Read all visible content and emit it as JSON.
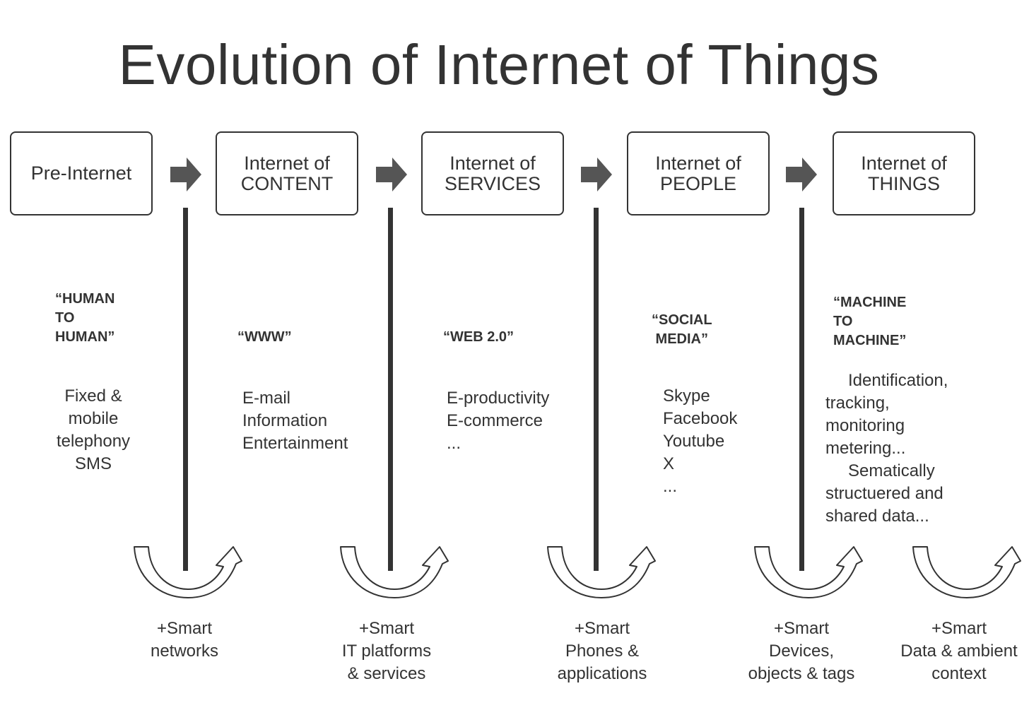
{
  "title": "Evolution of Internet of Things",
  "stages": [
    {
      "line1": "Pre-Internet",
      "line2": ""
    },
    {
      "line1": "Internet of",
      "line2": "CONTENT"
    },
    {
      "line1": "Internet of",
      "line2": "SERVICES"
    },
    {
      "line1": "Internet of",
      "line2": "PEOPLE"
    },
    {
      "line1": "Internet of",
      "line2": "THINGS"
    }
  ],
  "quotes": [
    [
      "“HUMAN",
      "TO",
      "HUMAN”"
    ],
    [
      "“WWW”"
    ],
    [
      "“WEB 2.0”"
    ],
    [
      "“SOCIAL",
      "MEDIA”"
    ],
    [
      "“MACHINE",
      "TO",
      "MACHINE”"
    ]
  ],
  "descriptions": [
    [
      "Fixed &",
      "mobile",
      "telephony",
      "SMS"
    ],
    [
      "E-mail",
      "Information",
      "Entertainment"
    ],
    [
      "E-productivity",
      "E-commerce",
      "..."
    ],
    [
      "Skype",
      "Facebook",
      "Youtube",
      "X",
      "..."
    ],
    [
      "Identification,",
      "tracking,",
      "monitoring",
      "metering...",
      "Sematically",
      "structuered and",
      "shared data..."
    ]
  ],
  "smart_labels": [
    [
      "+Smart",
      "networks"
    ],
    [
      "+Smart",
      "IT platforms",
      "& services"
    ],
    [
      "+Smart",
      "Phones &",
      "applications"
    ],
    [
      "+Smart",
      "Devices,",
      "objects & tags"
    ],
    [
      "+Smart",
      "Data & ambient",
      "context"
    ]
  ],
  "colors": {
    "ink": "#333333",
    "arrow": "#555555",
    "background": "#ffffff"
  },
  "icons": [
    "arrow-right-icon",
    "u-turn-arrow-icon"
  ]
}
